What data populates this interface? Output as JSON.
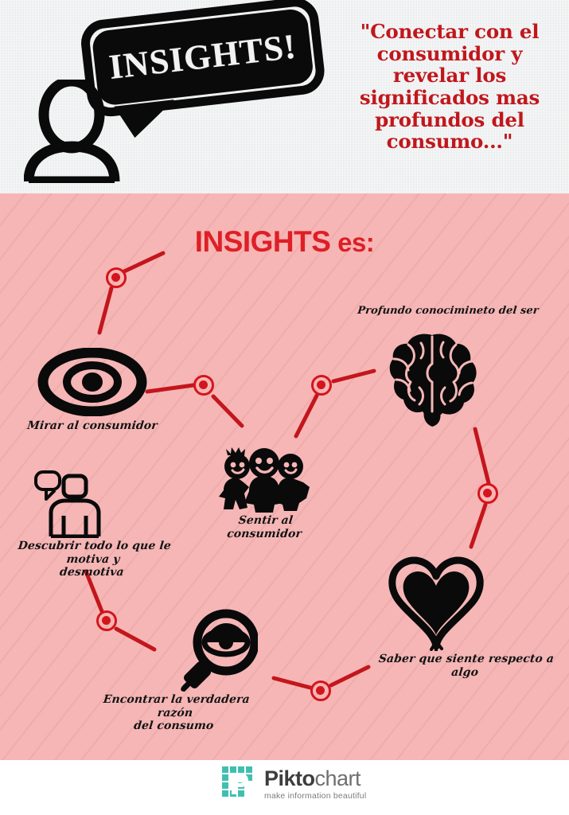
{
  "header": {
    "bubble_text": "INSIGHTS!",
    "quote": "\"Conectar con el consumidor y revelar los significados mas profundos del consumo...\"",
    "person_icon": "person-icon",
    "speech_bubble_icon": "speech-bubble-icon"
  },
  "main": {
    "title_strong": "INSIGHTS",
    "title_sub": " es:",
    "items": [
      {
        "id": "mirar",
        "icon": "eye-icon",
        "caption": "Mirar al consumidor"
      },
      {
        "id": "profundo",
        "icon": "brain-icon",
        "caption": "Profundo conocimineto del ser"
      },
      {
        "id": "sentir",
        "icon": "three-people-icon",
        "caption": "Sentir al consumidor"
      },
      {
        "id": "descubrir",
        "icon": "person-speech-icon",
        "caption": "Descubrir todo lo que le motiva y\ndesmotiva"
      },
      {
        "id": "encontrar",
        "icon": "magnifier-eye-icon",
        "caption": "Encontrar la verdadera razón\ndel consumo"
      },
      {
        "id": "saber",
        "icon": "heart-icon",
        "caption": "Saber que siente respecto a algo"
      }
    ]
  },
  "footer": {
    "brand_bold": "Pikto",
    "brand_light": "chart",
    "tagline": "make information beautiful",
    "logo_icon": "piktochart-logo-icon"
  },
  "colors": {
    "accent_red": "#d4151b",
    "title_red": "#de1f26",
    "quote_red": "#c0171c",
    "pink_bg": "#f6b6b6",
    "header_bg": "#e9eced",
    "ink_black": "#0a0a0a"
  }
}
